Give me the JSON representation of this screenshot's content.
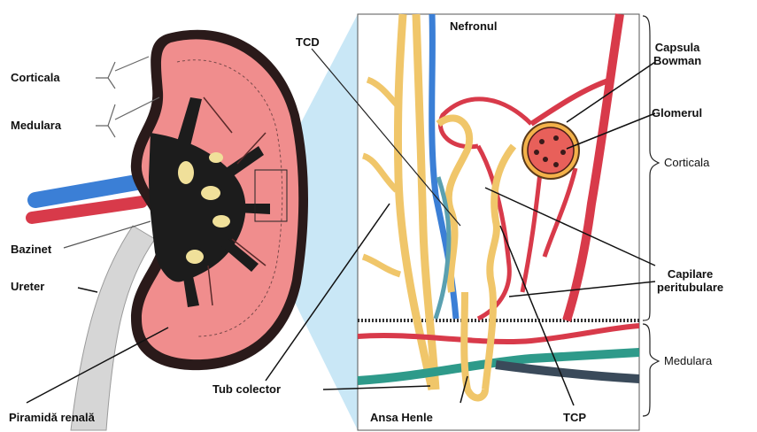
{
  "labels": {
    "corticala_left": "Corticala",
    "medulara_left": "Medulara",
    "bazinet": "Bazinet",
    "ureter": "Ureter",
    "piramida": "Piramidă renală",
    "tcd": "TCD",
    "nefronul": "Nefronul",
    "capsula_line1": "Capsula",
    "capsula_line2": "Bowman",
    "glomerul": "Glomerul",
    "corticala_right": "Corticala",
    "capilare_line1": "Capilare",
    "capilare_line2": "peritubulare",
    "medulara_right": "Medulara",
    "tub_colector": "Tub colector",
    "ansa_henle": "Ansa Henle",
    "tcp": "TCP"
  },
  "colors": {
    "cortex": "#f08d8d",
    "capsule": "#2a1a1a",
    "pelvis": "#1c1c1c",
    "vein": "#3b7fd6",
    "artery": "#d83a4a",
    "tubule": "#f0c66a",
    "zoom": "#a8d8f0",
    "collecting_teal": "#2e9a8a"
  }
}
